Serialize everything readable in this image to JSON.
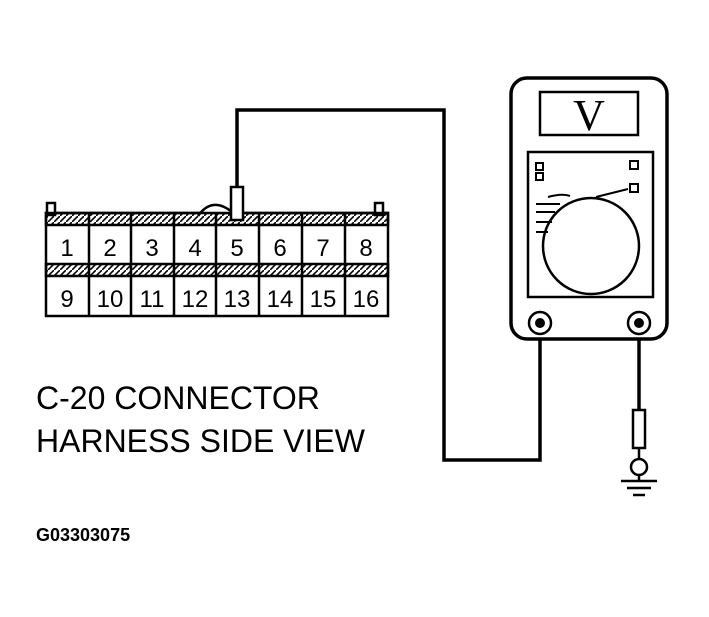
{
  "connector": {
    "top_row": [
      "1",
      "2",
      "3",
      "4",
      "5",
      "6",
      "7",
      "8"
    ],
    "bottom_row": [
      "9",
      "10",
      "11",
      "12",
      "13",
      "14",
      "15",
      "16"
    ],
    "probed_pin": "5"
  },
  "caption": {
    "line1": "C-20 CONNECTOR",
    "line2": "HARNESS SIDE VIEW"
  },
  "meter": {
    "unit_symbol": "V"
  },
  "figure_id": "G03303075",
  "icons": [
    "voltmeter-icon",
    "ground-icon",
    "probe-icon"
  ]
}
